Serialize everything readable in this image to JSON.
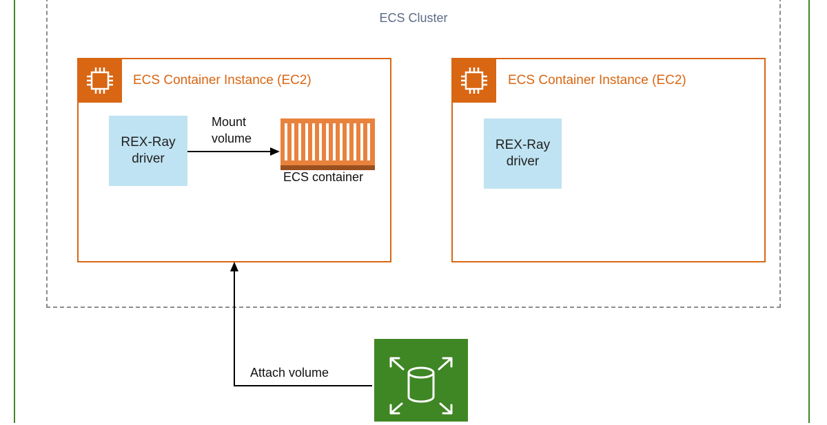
{
  "cluster": {
    "label": "ECS Cluster"
  },
  "instances": [
    {
      "title": "ECS Container Instance (EC2)",
      "driver": {
        "line1": "REX-Ray",
        "line2": "driver"
      },
      "arrow_label": {
        "line1": "Mount",
        "line2": "volume"
      },
      "container_label": "ECS container"
    },
    {
      "title": "ECS Container Instance (EC2)",
      "driver": {
        "line1": "REX-Ray",
        "line2": "driver"
      }
    }
  ],
  "attach": {
    "label": "Attach volume"
  },
  "icons": {
    "ec2": "ec2-chip-icon",
    "container": "ecs-container-icon",
    "ebs": "ebs-volume-icon"
  },
  "colors": {
    "ec2_orange": "#d86613",
    "ebs_green": "#3f8624",
    "driver_blue": "#bfe3f2",
    "cluster_label": "#5a6b86"
  }
}
